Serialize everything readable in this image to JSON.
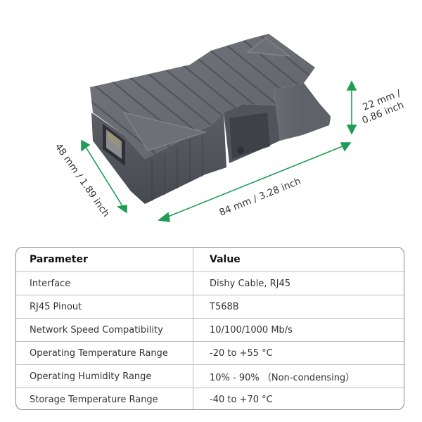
{
  "dimensions": {
    "height": "22 mm / 0.86 inch",
    "height_line1": "22 mm /",
    "height_line2": "0.86 inch",
    "width": "48 mm / 1.89 inch",
    "length": "84 mm / 3.28 inch"
  },
  "colors": {
    "arrow": "#1f9d55",
    "device_body": "#5e6068",
    "device_top": "#6c6e76"
  },
  "icons": [
    "rj45-port-icon"
  ],
  "table": {
    "headers": {
      "parameter": "Parameter",
      "value": "Value"
    },
    "rows": [
      {
        "parameter": "Interface",
        "value": "Dishy Cable, RJ45"
      },
      {
        "parameter": "RJ45 Pinout",
        "value": "T568B"
      },
      {
        "parameter": "Network Speed Compatibility",
        "value": "10/100/1000 Mb/s"
      },
      {
        "parameter": "Operating Temperature Range",
        "value": "-20 to +55 °C"
      },
      {
        "parameter": "Operating Humidity Range",
        "value": "10%  - 90%  （Non-condensing）"
      },
      {
        "parameter": "Storage Temperature Range",
        "value": "-40 to +70 °C"
      }
    ]
  }
}
